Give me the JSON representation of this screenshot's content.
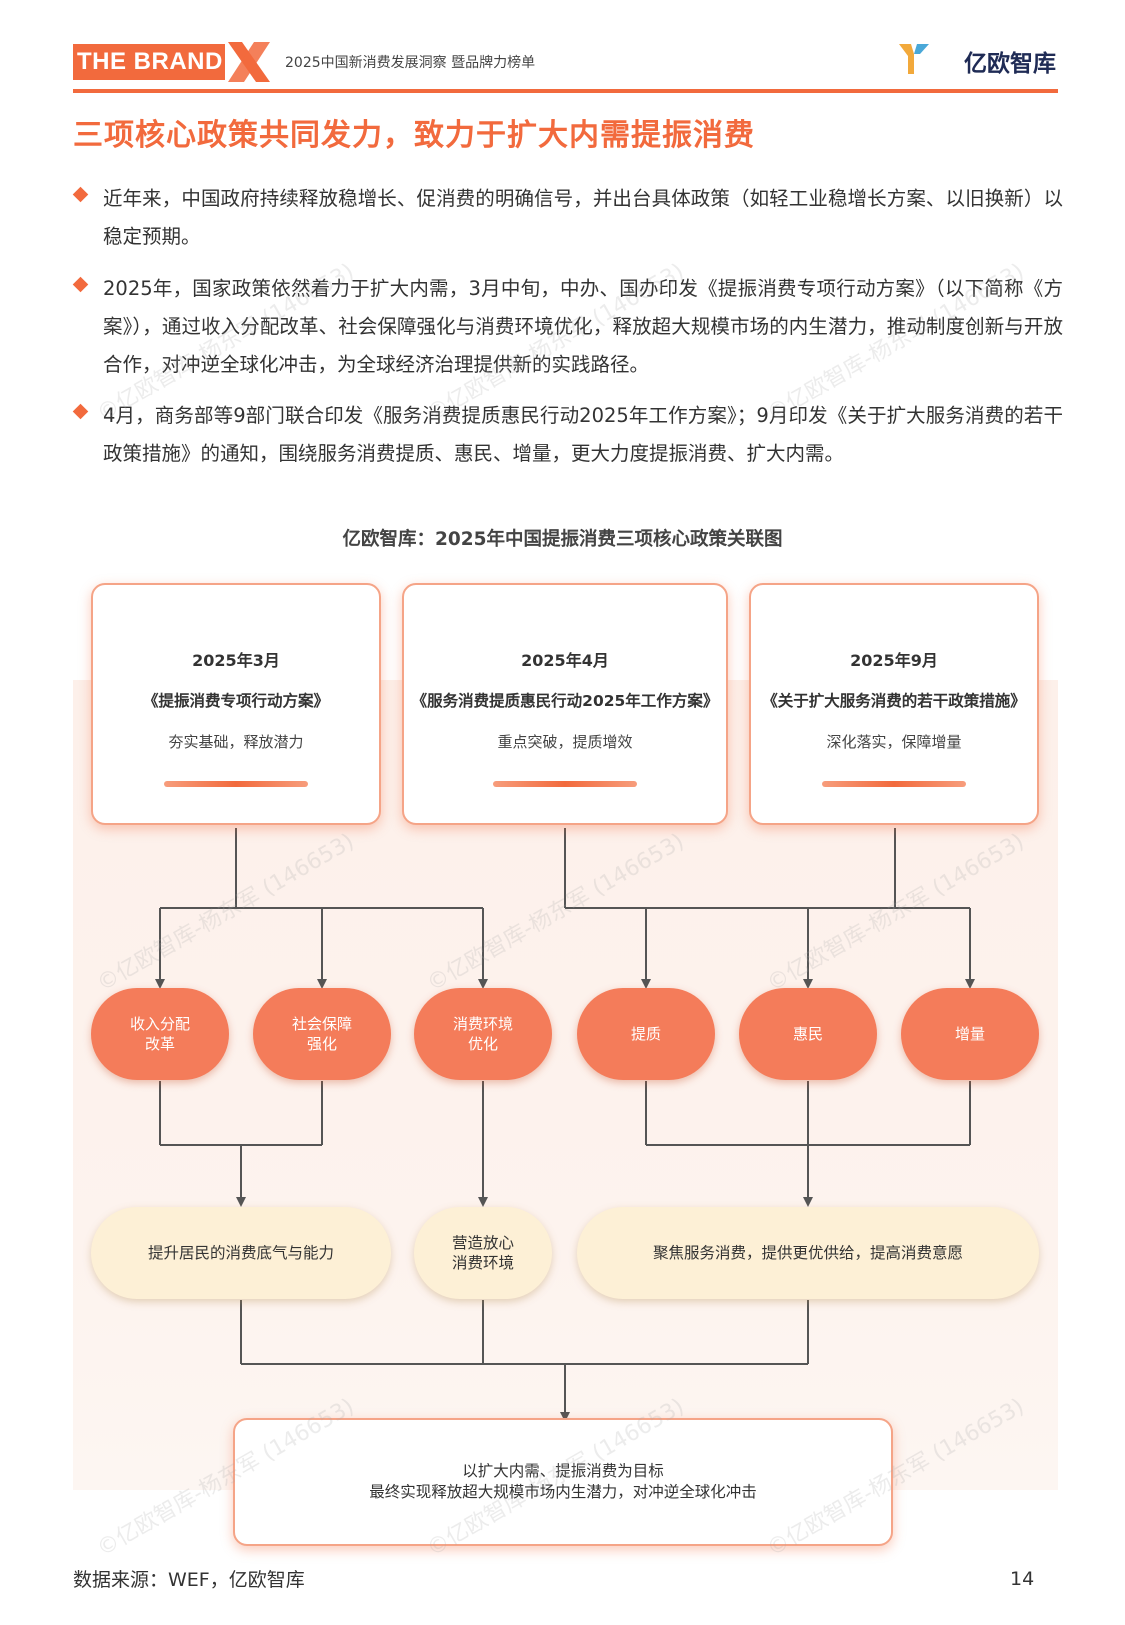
{
  "header": {
    "brand": "THE BRAND",
    "brand_x": "X",
    "subtitle": "2025中国新消费发展洞察 暨品牌力榜单",
    "logo_text": "亿欧智库"
  },
  "title": "三项核心政策共同发力，致力于扩大内需提振消费",
  "bullets": [
    "近年来，中国政府持续释放稳增长、促消费的明确信号，并出台具体政策（如轻工业稳增长方案、以旧换新）以稳定预期。",
    "2025年，国家政策依然着力于扩大内需，3月中旬，中办、国办印发《提振消费专项行动方案》（以下简称《方案》），通过收入分配改革、社会保障强化与消费环境优化，释放超大规模市场的内生潜力，推动制度创新与开放合作，对冲逆全球化冲击，为全球经济治理提供新的实践路径。",
    "4月，商务部等9部门联合印发《服务消费提质惠民行动2025年工作方案》；9月印发《关于扩大服务消费的若干政策措施》的通知，围绕服务消费提质、惠民、增量，更大力度提振消费、扩大内需。"
  ],
  "diagram": {
    "title": "亿欧智库：2025年中国提振消费三项核心政策关联图",
    "policies": [
      {
        "date": "2025年3月",
        "name": "《提振消费专项行动方案》",
        "desc": "夯实基础，释放潜力"
      },
      {
        "date": "2025年4月",
        "name": "《服务消费提质惠民行动2025年工作方案》",
        "desc": "重点突破，提质增效"
      },
      {
        "date": "2025年9月",
        "name": "《关于扩大服务消费的若干政策措施》",
        "desc": "深化落实，保障增量"
      }
    ],
    "measures": [
      {
        "line1": "收入分配",
        "line2": "改革"
      },
      {
        "line1": "社会保障",
        "line2": "强化"
      },
      {
        "line1": "消费环境",
        "line2": "优化"
      },
      {
        "line1": "提质",
        "line2": ""
      },
      {
        "line1": "惠民",
        "line2": ""
      },
      {
        "line1": "增量",
        "line2": ""
      }
    ],
    "goals": [
      {
        "line1": "提升居民的消费底气与能力",
        "line2": ""
      },
      {
        "line1": "营造放心",
        "line2": "消费环境"
      },
      {
        "line1": "聚焦服务消费，提供更优供给，提高消费意愿",
        "line2": ""
      }
    ],
    "final": {
      "line1": "以扩大内需、提振消费为目标",
      "line2": "最终实现释放超大规模市场内生潜力，对冲逆全球化冲击"
    }
  },
  "footer": {
    "source": "数据来源：WEF，亿欧智库",
    "page": "14"
  },
  "watermark": "©亿欧智库-杨东军 (146653)",
  "colors": {
    "accent": "#f26a3d",
    "pill": "#f47c5a",
    "goal": "#fdf0d6",
    "line": "#555555"
  }
}
